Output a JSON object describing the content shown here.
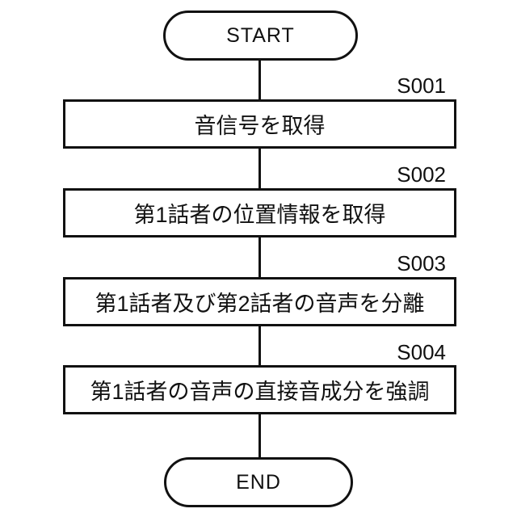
{
  "flowchart": {
    "start_label": "START",
    "end_label": "END",
    "steps": [
      {
        "id": "S001",
        "text": "音信号を取得"
      },
      {
        "id": "S002",
        "text": "第1話者の位置情報を取得"
      },
      {
        "id": "S003",
        "text": "第1話者及び第2話者の音声を分離"
      },
      {
        "id": "S004",
        "text": "第1話者の音声の直接音成分を強調"
      }
    ],
    "colors": {
      "stroke": "#111111",
      "background": "#ffffff",
      "text": "#111111"
    }
  }
}
